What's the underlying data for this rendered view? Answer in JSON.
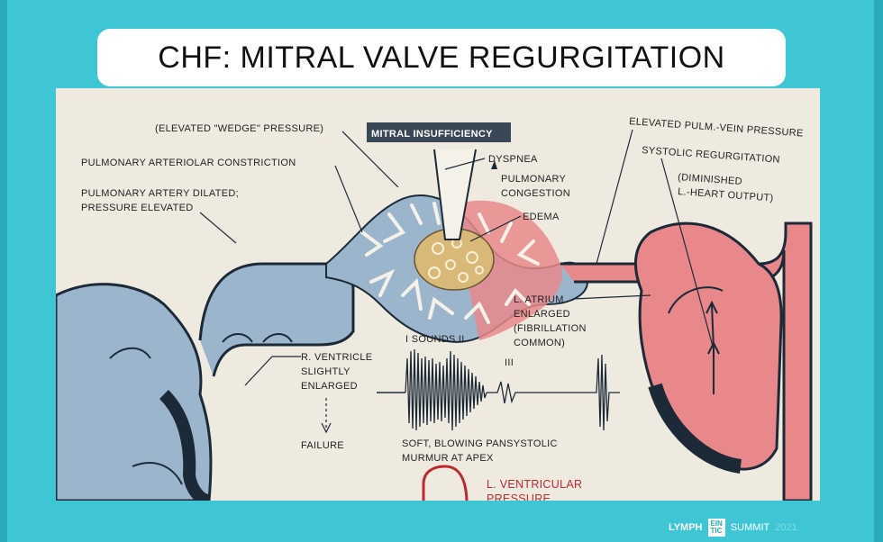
{
  "slide": {
    "title": "CHF: MITRAL VALVE REGURGITATION"
  },
  "diagram": {
    "badge": "MITRAL INSUFFICIENCY",
    "labels": {
      "wedge": "(ELEVATED \"WEDGE\" PRESSURE)",
      "arteriolar": "PULMONARY ARTERIOLAR CONSTRICTION",
      "artery_dilated_1": "PULMONARY ARTERY DILATED;",
      "artery_dilated_2": "PRESSURE ELEVATED",
      "dyspnea": "DYSPNEA",
      "pulm_congestion_1": "PULMONARY",
      "pulm_congestion_2": "CONGESTION",
      "edema": "EDEMA",
      "elevated_pulm_vein": "ELEVATED PULM.-VEIN PRESSURE",
      "systolic_regurg": "SYSTOLIC REGURGITATION",
      "diminished_1": "(DIMINISHED",
      "diminished_2": "L.-HEART OUTPUT)",
      "l_atrium_1": "L. ATRIUM",
      "l_atrium_2": "ENLARGED",
      "l_atrium_3": "(FIBRILLATION",
      "l_atrium_4": "COMMON)",
      "sounds": "I  SOUNDS  II",
      "sound_iii": "III",
      "r_ventricle_1": "R. VENTRICLE",
      "r_ventricle_2": "SLIGHTLY",
      "r_ventricle_3": "ENLARGED",
      "failure": "FAILURE",
      "murmur_1": "SOFT, BLOWING PANSYSTOLIC",
      "murmur_2": "MURMUR AT APEX",
      "lv_pressure_1": "L. VENTRICULAR",
      "lv_pressure_2": "PRESSURE"
    }
  },
  "footer": {
    "brand": "LYMPH",
    "ein_1": "EIN",
    "ein_2": "TIC",
    "summit": "SUMMIT",
    "year": "2021"
  },
  "colors": {
    "background": "#3ec6d4",
    "venous_blue": "#9bb5cc",
    "arterial_red": "#e8888a",
    "alveoli": "#d9b978",
    "paper": "#eeeae0"
  }
}
